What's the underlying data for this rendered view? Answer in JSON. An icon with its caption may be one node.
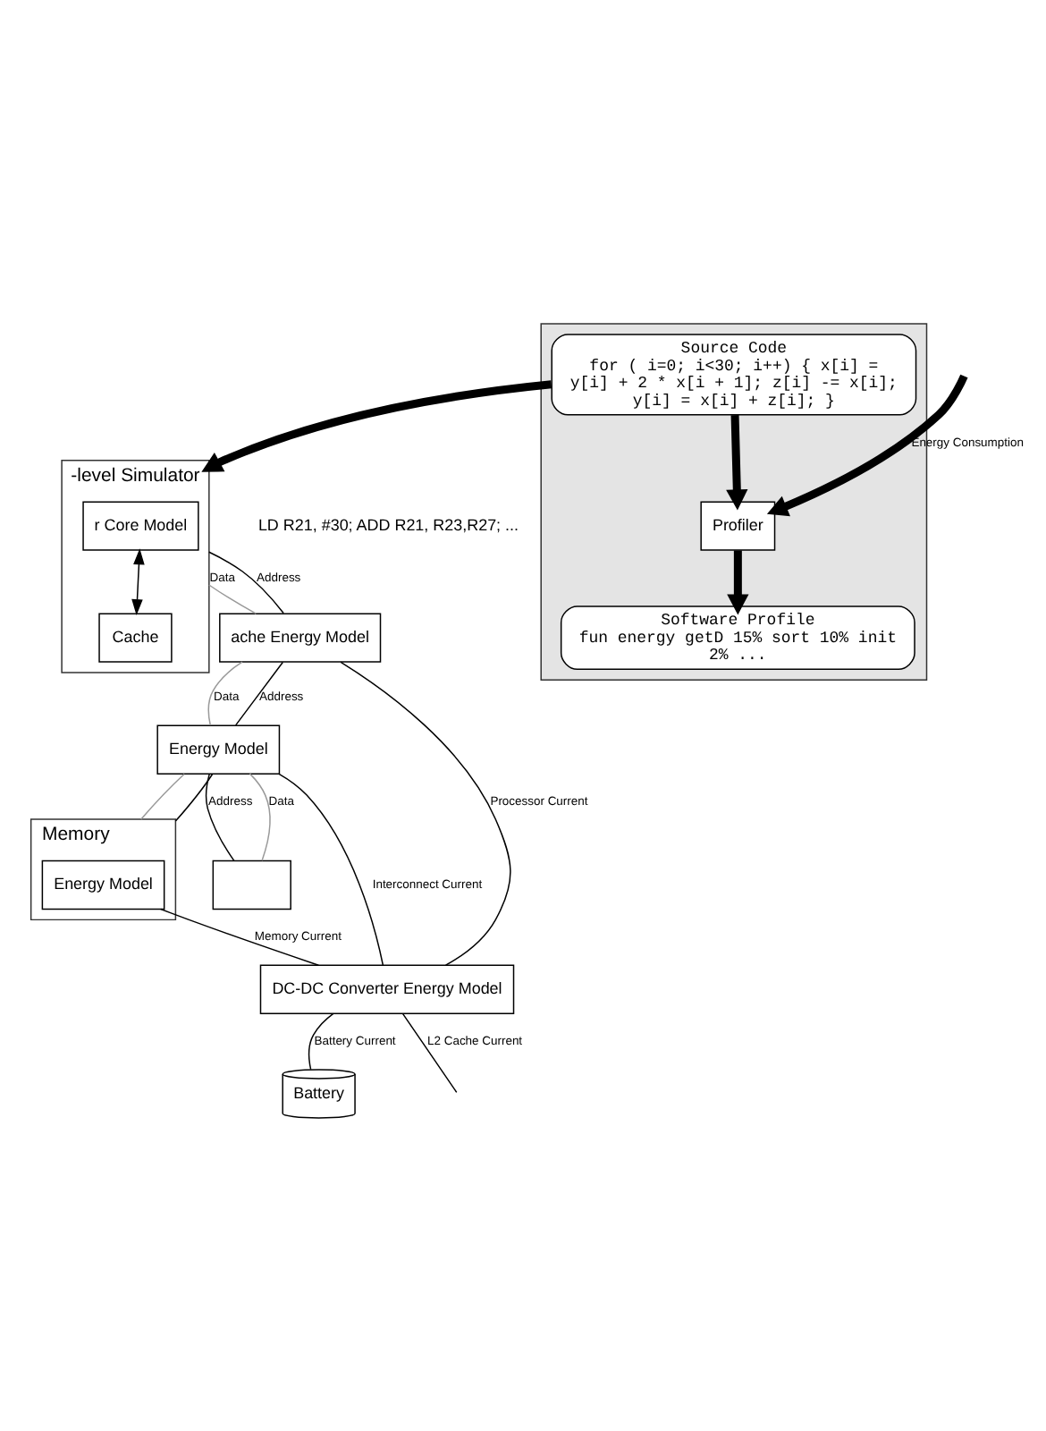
{
  "diagram": {
    "nodes": [
      {
        "text": [],
        "shape": "box"
      },
      {
        "text": [
          "Source Code",
          "for ( i=0; i<30; i++) { x[i] = y[i] + 2 * x[i + 1]; z[i] -= x[i]; y[i] = x[i] + z[i]; }"
        ],
        "in": 0
      },
      {
        "text": [
          "Software Profile",
          "fun energy getD 15% sort 10% init 2% ..."
        ],
        "in": 0
      },
      {
        "text": [
          "Profiler"
        ],
        "in": 0
      },
      {
        "text": [
          "-level Simulator"
        ]
      },
      {
        "text": [
          "r Core Model"
        ],
        "in": 4
      },
      {
        "text": [
          "Cache"
        ],
        "in": 4
      },
      {
        "text": [
          "ache Energy Model"
        ]
      },
      {
        "text": [
          "Energy Model"
        ]
      },
      {
        "text": [],
        "shape": "box"
      },
      {
        "text": [
          "Memory"
        ]
      },
      {
        "text": [
          "Energy Model"
        ],
        "in": 10
      },
      {
        "text": [
          "DC-DC Converter Energy Model"
        ]
      },
      {
        "text": [
          "Battery"
        ]
      }
    ],
    "edges": [
      {
        "from": 1,
        "to": 4,
        "arrow": "to",
        "style": "thick"
      },
      {
        "from": 1,
        "to": 3,
        "arrow": "to",
        "style": "thick"
      },
      {
        "from": 3,
        "to": 2,
        "arrow": "to",
        "style": "thick"
      },
      {
        "from": null,
        "to": 3,
        "arrow": "to",
        "style": "thick",
        "label": "Energy Consumption"
      },
      {
        "from": 5,
        "to": 6,
        "arrow": "both"
      },
      {
        "from": 4,
        "to": 7,
        "arrow": "none",
        "label": "Data",
        "color": "#999999"
      },
      {
        "from": 4,
        "to": 7,
        "arrow": "none",
        "label": "Address"
      },
      {
        "from": 7,
        "to": 8,
        "arrow": "none",
        "label": "Data",
        "color": "#999999"
      },
      {
        "from": 7,
        "to": 8,
        "arrow": "none",
        "label": "Address"
      },
      {
        "from": 8,
        "to": 9,
        "arrow": "none",
        "label": "Data",
        "color": "#999999"
      },
      {
        "from": 8,
        "to": 10,
        "arrow": "none",
        "color": "#999999"
      },
      {
        "from": 8,
        "to": 9,
        "arrow": "none",
        "label": "Address"
      },
      {
        "from": 8,
        "to": 10,
        "arrow": "none"
      },
      {
        "from": 7,
        "to": 12,
        "arrow": "none",
        "label": "Processor Current"
      },
      {
        "from": 8,
        "to": 12,
        "arrow": "none",
        "label": "Interconnect Current"
      },
      {
        "from": 12,
        "to": 13,
        "arrow": "none",
        "label": "Battery Current"
      },
      {
        "from": 11,
        "to": 12,
        "arrow": "none",
        "label": "Memory Current"
      },
      {
        "from": 12,
        "to": null,
        "arrow": "none",
        "label": "L2 Cache Current"
      }
    ],
    "labels": [
      "LD R21, #30; ADD R21, R23,R27; ..."
    ]
  }
}
